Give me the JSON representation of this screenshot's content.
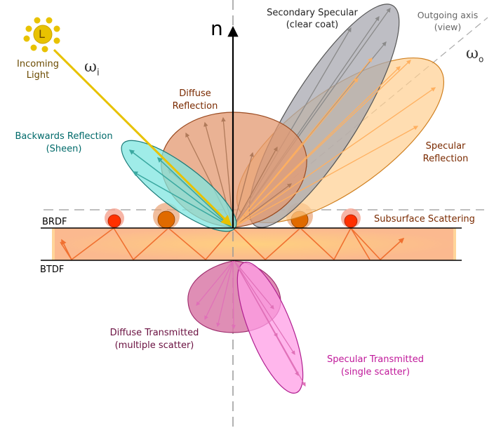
{
  "labels": {
    "incoming_light_1": "Incoming",
    "incoming_light_2": "Light",
    "light_letter": "L",
    "omega_i": "ω",
    "omega_i_sub": "i",
    "omega_o": "ω",
    "omega_o_sub": "o",
    "normal": "n",
    "secondary_specular_1": "Secondary Specular",
    "secondary_specular_2": "(clear coat)",
    "outgoing_axis_1": "Outgoing axis",
    "outgoing_axis_2": "(view)",
    "diffuse_reflection_1": "Diffuse",
    "diffuse_reflection_2": "Reflection",
    "backwards_reflection_1": "Backwards Reflection",
    "backwards_reflection_2": "(Sheen)",
    "specular_reflection_1": "Specular",
    "specular_reflection_2": "Reflection",
    "subsurface_scattering": "Subsurface Scattering",
    "brdf": "BRDF",
    "btdf": "BTDF",
    "diffuse_transmitted_1": "Diffuse Transmitted",
    "diffuse_transmitted_2": "(multiple scatter)",
    "specular_transmitted_1": "Specular Transmitted",
    "specular_transmitted_2": "(single scatter)"
  },
  "colors": {
    "light": "#e8c200",
    "light_text": "#6b4a00",
    "diffuse_text": "#7a2a00",
    "sheen_text": "#006a6a",
    "specular_text": "#7a2a00",
    "transmit_diffuse_text": "#6a1040",
    "transmit_specular_text": "#c0189a",
    "layer_fill": "#fbb98f"
  }
}
